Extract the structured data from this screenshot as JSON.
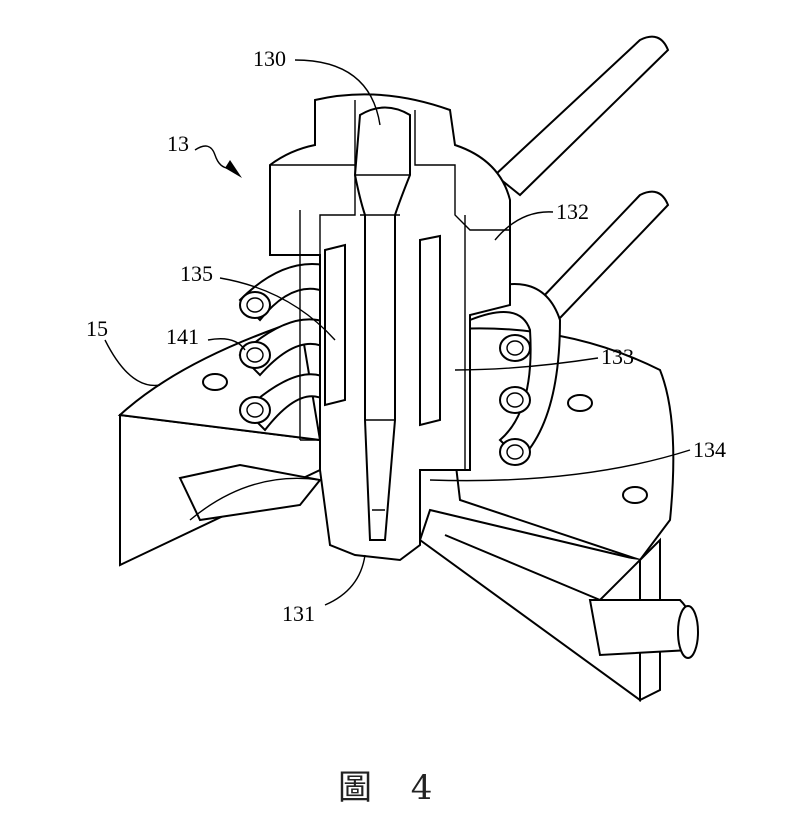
{
  "figure": {
    "caption": "圖 4",
    "labels": {
      "l130": "130",
      "l13": "13",
      "l132": "132",
      "l135": "135",
      "l141": "141",
      "l15": "15",
      "l133": "133",
      "l134": "134",
      "l131": "131"
    }
  }
}
